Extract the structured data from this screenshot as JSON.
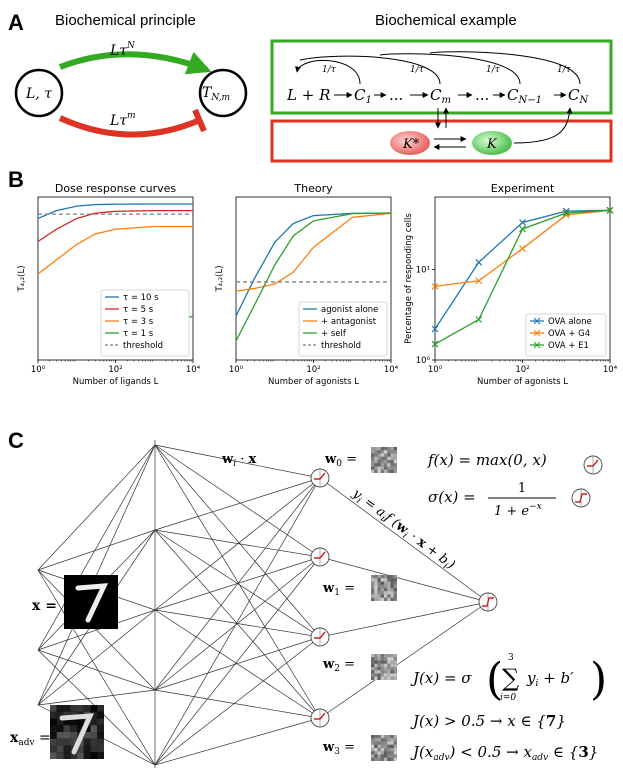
{
  "panel_a": {
    "letter": "A",
    "principle_title": "Biochemical principle",
    "example_title": "Biochemical example",
    "node_left": "L, τ",
    "node_right_main": "T",
    "node_right_sub": "N,m",
    "arrow_top_label": "Lτ",
    "arrow_top_sup": "N",
    "arrow_bottom_label": "Lτ",
    "arrow_bottom_sup": "m",
    "chain_start": "L + R",
    "chain_c1": "C",
    "chain_c1_sub": "1",
    "chain_cm": "C",
    "chain_cm_sub": "m",
    "chain_cn1": "C",
    "chain_cn1_sub": "N−1",
    "chain_cn": "C",
    "chain_cn_sub": "N",
    "dots": "...",
    "rate": "1/τ",
    "kinase_active": "K*",
    "kinase": "K",
    "colors": {
      "green": "#33aa22",
      "red": "#dd3322",
      "k_active": "#e87070",
      "k": "#66cc66"
    }
  },
  "panel_b": {
    "letter": "B"
  },
  "chart_data": [
    {
      "type": "line",
      "title": "Dose response curves",
      "xlabel": "Number of ligands L",
      "ylabel": "T_{4,2}(L)",
      "xscale": "log",
      "yscale": "log",
      "xlim": [
        1,
        10000
      ],
      "x_ticks": [
        "10^0",
        "10^2",
        "10^4"
      ],
      "legend": "bottom-right",
      "series": [
        {
          "name": "τ = 10 s",
          "color": "#1f77b4",
          "x": [
            1,
            3,
            10,
            30,
            100,
            1000,
            10000
          ],
          "y": [
            0.3,
            0.55,
            0.78,
            0.88,
            0.91,
            0.92,
            0.92
          ]
        },
        {
          "name": "τ = 5 s",
          "color": "#d62728",
          "x": [
            1,
            3,
            10,
            30,
            100,
            1000,
            10000
          ],
          "y": [
            0.05,
            0.13,
            0.3,
            0.45,
            0.52,
            0.55,
            0.55
          ]
        },
        {
          "name": "τ = 3 s",
          "color": "#ff7f0e",
          "x": [
            1,
            3,
            10,
            30,
            100,
            1000,
            10000
          ],
          "y": [
            0.004,
            0.012,
            0.04,
            0.09,
            0.13,
            0.16,
            0.16
          ]
        },
        {
          "name": "τ = 1 s",
          "color": "#2ca02c",
          "x": [
            100,
            300,
            1000,
            3000,
            10000
          ],
          "y": [
            1e-05,
            2e-05,
            5e-05,
            0.0001,
            0.00015
          ]
        },
        {
          "name": "threshold",
          "color": "#7f7f7f",
          "dashed": true,
          "x": [
            1,
            10000
          ],
          "y": [
            0.42,
            0.42
          ]
        }
      ]
    },
    {
      "type": "line",
      "title": "Theory",
      "xlabel": "Number of agonists L",
      "ylabel": "T_{4,2}(L)",
      "xscale": "log",
      "yscale": "log",
      "xlim": [
        1,
        10000
      ],
      "x_ticks": [
        "10^0",
        "10^2",
        "10^4"
      ],
      "legend": "bottom-right",
      "series": [
        {
          "name": "agonist alone",
          "color": "#1f77b4",
          "x": [
            1,
            3,
            10,
            30,
            100,
            1000,
            10000
          ],
          "y": [
            0.02,
            0.08,
            0.3,
            0.6,
            0.8,
            0.87,
            0.88
          ]
        },
        {
          "name": "+ antagonist",
          "color": "#ff7f0e",
          "x": [
            1,
            3,
            10,
            30,
            100,
            1000,
            10000
          ],
          "y": [
            0.05,
            0.055,
            0.065,
            0.1,
            0.25,
            0.75,
            0.87
          ]
        },
        {
          "name": "+ self",
          "color": "#2ca02c",
          "x": [
            1,
            3,
            10,
            30,
            100,
            1000,
            10000
          ],
          "y": [
            0.008,
            0.03,
            0.13,
            0.38,
            0.66,
            0.86,
            0.88
          ]
        },
        {
          "name": "threshold",
          "color": "#7f7f7f",
          "dashed": true,
          "x": [
            1,
            10000
          ],
          "y": [
            0.07,
            0.07
          ]
        }
      ]
    },
    {
      "type": "line",
      "title": "Experiment",
      "xlabel": "Number of agonists L",
      "ylabel": "Percentage of responding cells",
      "xscale": "log",
      "yscale": "log",
      "xlim": [
        1,
        10000
      ],
      "ylim": [
        1,
        60
      ],
      "x_ticks": [
        "10^0",
        "10^2",
        "10^4"
      ],
      "y_ticks": [
        "10^0",
        "10^1"
      ],
      "legend": "bottom-right",
      "series": [
        {
          "name": "OVA alone",
          "color": "#1f77b4",
          "x": [
            1,
            10,
            100,
            1000,
            10000
          ],
          "y": [
            2.2,
            12,
            33,
            44,
            45
          ]
        },
        {
          "name": "OVA + G4",
          "color": "#ff7f0e",
          "x": [
            1,
            10,
            100,
            1000,
            10000
          ],
          "y": [
            6.5,
            7.5,
            17,
            40,
            45
          ]
        },
        {
          "name": "OVA + E1",
          "color": "#2ca02c",
          "x": [
            1,
            10,
            100,
            1000,
            10000
          ],
          "y": [
            1.5,
            2.8,
            28,
            42,
            45
          ]
        }
      ]
    }
  ],
  "panel_c": {
    "letter": "C",
    "edge_label_w": "w",
    "edge_label_i": "i",
    "edge_label_x": "x",
    "yi_text": "y",
    "yi_sub": "i",
    "yi_expr": " = a",
    "yi_expr2": "f (",
    "yi_expr3": " + b",
    "yi_expr4": ")",
    "w0": "w",
    "w0_sub": "0",
    "w1_sub": "1",
    "w2_sub": "2",
    "w3_sub": "3",
    "x_label": "x =",
    "xadv_label": "x",
    "xadv_sub": "adv",
    "eq_f": "f(x) = max(0, x)",
    "eq_sigma_left": "σ(x) =",
    "eq_sigma_num": "1",
    "eq_sigma_den": "1 + e",
    "eq_sigma_exp": "−x",
    "eq_J": "J(x) = σ",
    "eq_J_sum_top": "3",
    "eq_J_sum_bot": "i=0",
    "eq_J_body": "y",
    "eq_J_body2": " + b′",
    "eq_J7": "J(x) > 0.5 → x ∈ {",
    "eq_J7_digit": "7",
    "eq_J3": "J(x",
    "eq_J3_b": ") < 0.5 → x",
    "eq_J3_c": " ∈ {",
    "eq_J3_digit": "3",
    "brace_close": "}"
  }
}
